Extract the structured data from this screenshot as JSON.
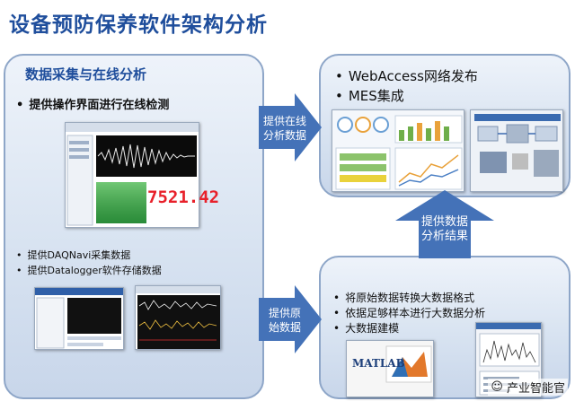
{
  "title": "设备预防保养软件架构分析",
  "left": {
    "heading": "数据采集与在线分析",
    "bullet_main": "提供操作界面进行在线检测",
    "readout": "7521.42",
    "bullets": [
      "提供DAQNavi采集数据",
      "提供Datalogger软件存储数据"
    ]
  },
  "top_right": {
    "bullets": [
      "WebAccess网络发布",
      "MES集成"
    ]
  },
  "bottom_right": {
    "bullets": [
      "将原始数据转换大数据格式",
      "依据足够样本进行大数据分析",
      "大数据建模"
    ],
    "matlab_label": "MATLAB"
  },
  "arrows": {
    "online_lines": [
      "提供在线",
      "分析数据"
    ],
    "result_lines": [
      "提供数据",
      "分析结果"
    ],
    "raw_lines": [
      "提供原",
      "始数据"
    ]
  },
  "watermark": "产业智能官",
  "colors": {
    "title": "#1f4e9c",
    "arrow": "#4472b8",
    "panel_border": "#8ea6c8",
    "readout": "#e8202a"
  }
}
